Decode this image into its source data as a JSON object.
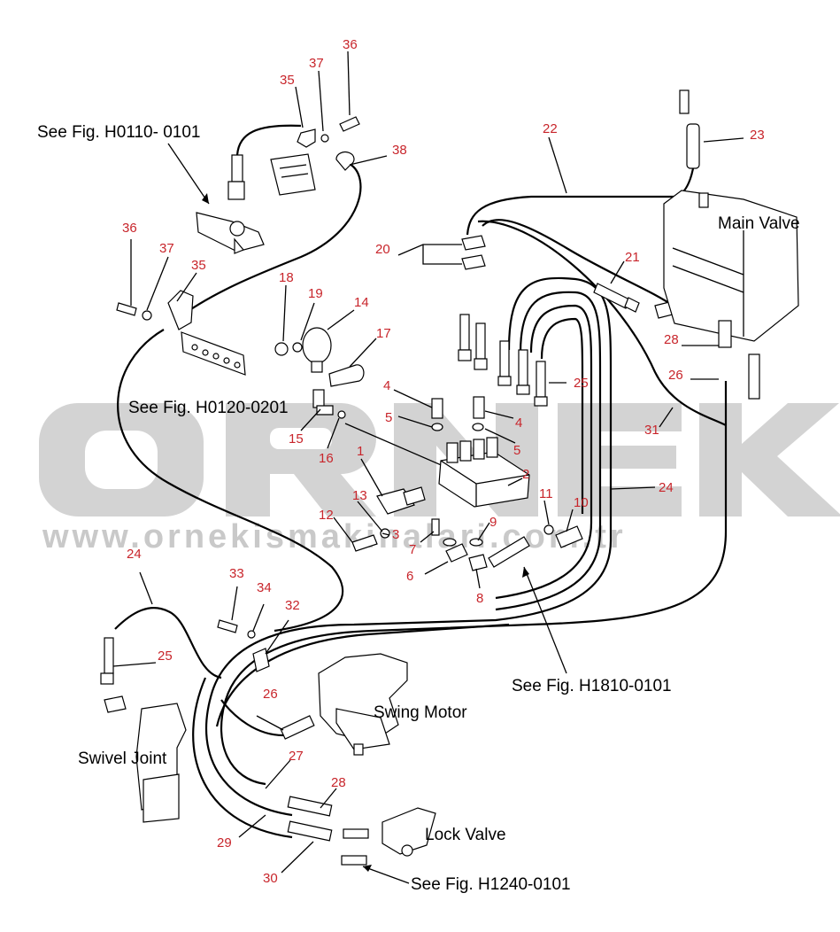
{
  "watermark": {
    "logo": "ÖRNEK",
    "url": "www.ornekismakinalari.com.tr",
    "color": "#c9c9c9",
    "accent": "#f3d58a"
  },
  "callout_color": "#c8252b",
  "labels": {
    "main_valve": "Main Valve",
    "swing_motor": "Swing Motor",
    "swivel_joint": "Swivel Joint",
    "lock_valve": "Lock Valve",
    "ref_h0110": "See Fig. H0110- 0101",
    "ref_h0120": "See Fig. H0120-0201",
    "ref_h1810": "See Fig. H1810-0101",
    "ref_h1240": "See Fig. H1240-0101"
  },
  "callouts": {
    "c36a": "36",
    "c37a": "37",
    "c35a": "35",
    "c38": "38",
    "c36b": "36",
    "c37b": "37",
    "c35b": "35",
    "c22": "22",
    "c23": "23",
    "c20": "20",
    "c21": "21",
    "c18": "18",
    "c19": "19",
    "c14": "14",
    "c17": "17",
    "c28a": "28",
    "c26a": "26",
    "c25a": "25",
    "c31": "31",
    "c4a": "4",
    "c4b": "4",
    "c5a": "5",
    "c5b": "5",
    "c1": "1",
    "c2": "2",
    "c15": "15",
    "c16": "16",
    "c13": "13",
    "c12": "12",
    "c3": "3",
    "c7": "7",
    "c9": "9",
    "c11": "11",
    "c10": "10",
    "c24a": "24",
    "c6": "6",
    "c8": "8",
    "c24b": "24",
    "c33": "33",
    "c34": "34",
    "c32": "32",
    "c25b": "25",
    "c26b": "26",
    "c27": "27",
    "c28b": "28",
    "c29": "29",
    "c30": "30"
  }
}
